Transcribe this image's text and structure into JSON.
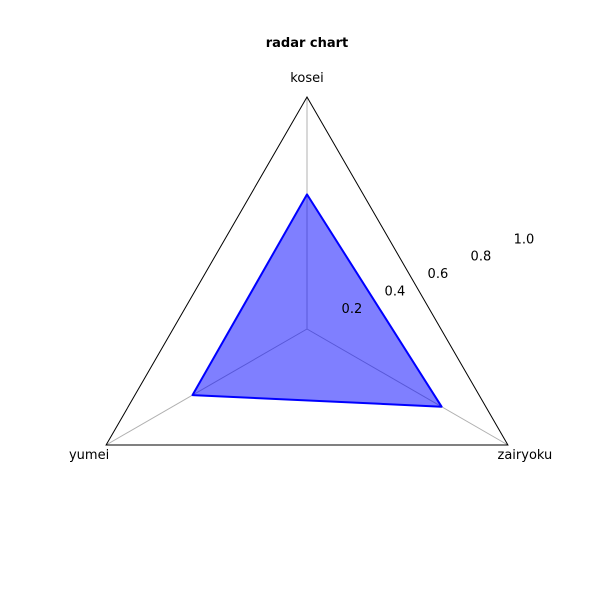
{
  "chart_data": {
    "type": "radar",
    "title": "radar chart",
    "axes": [
      "kosei",
      "zairyoku",
      "yumei"
    ],
    "series": [
      {
        "values": [
          0.58,
          0.67,
          0.57
        ],
        "color": "#0000ff",
        "fill": "#0000ff",
        "fill_opacity": 0.5
      }
    ],
    "rmax": 1.0,
    "radial_ticks": [
      "0.2",
      "0.4",
      "0.6",
      "0.8",
      "1.0"
    ],
    "grid": true,
    "frame_color": "#000000",
    "grid_color": "#b0b0b0"
  }
}
